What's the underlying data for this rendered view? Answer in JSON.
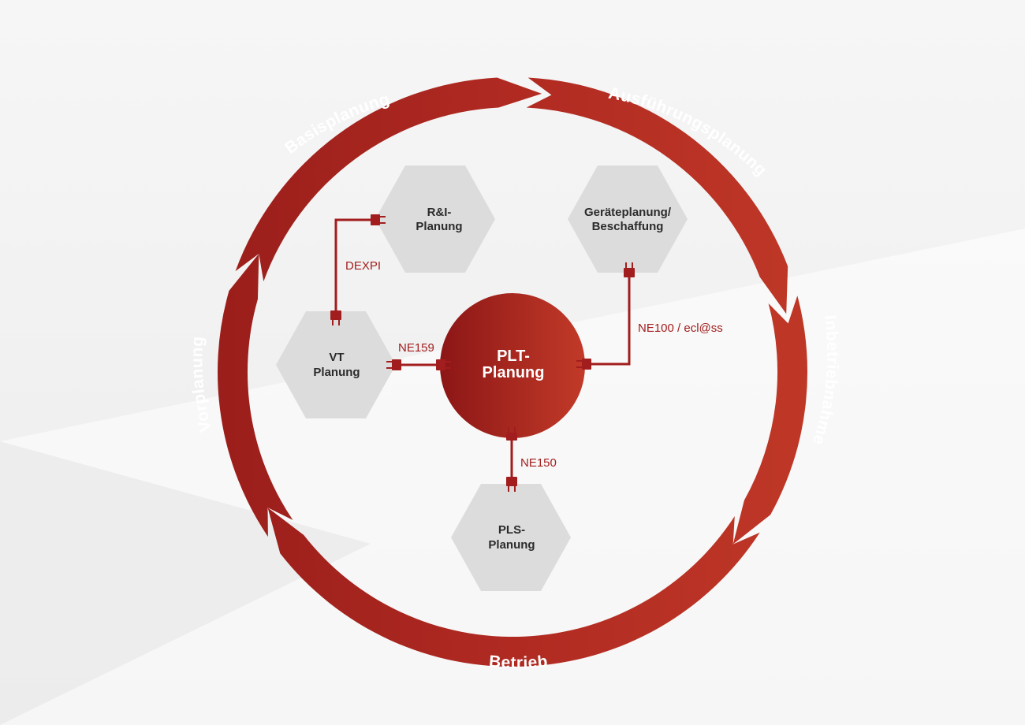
{
  "ring": {
    "basis": "Basisplanung",
    "ausfuehrung": "Ausführungsplanung",
    "inbetrieb": "Inbetriebnahme",
    "betrieb": "Betrieb",
    "vor": "Vorplanung"
  },
  "center": {
    "line1": "PLT-",
    "line2": "Planung"
  },
  "nodes": {
    "ri": {
      "line1": "R&I-",
      "line2": "Planung"
    },
    "geraete": {
      "line1": "Geräteplanung/",
      "line2": "Beschaffung"
    },
    "vt": {
      "line1": "VT",
      "line2": "Planung"
    },
    "pls": {
      "line1": "PLS-",
      "line2": "Planung"
    }
  },
  "connections": {
    "dexpi": "DEXPI",
    "ne159": "NE159",
    "ne100": "NE100 / ecl@ss",
    "ne150": "NE150"
  },
  "colors": {
    "accent_dark": "#8a1515",
    "accent_light": "#c9412a",
    "hexagon": "#dcdcdc",
    "line": "#a21d1d"
  }
}
